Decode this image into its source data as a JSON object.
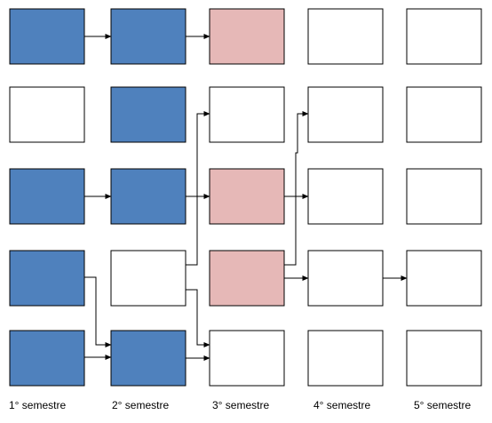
{
  "colors": {
    "completed": "#4f81bd",
    "current": "#e6b8b7",
    "pending": "#ffffff",
    "stroke": "#000000"
  },
  "semesters": [
    {
      "label": "1° semestre"
    },
    {
      "label": "2° semestre"
    },
    {
      "label": "3° semestre"
    },
    {
      "label": "4° semestre"
    },
    {
      "label": "5° semestre"
    }
  ],
  "grid": [
    [
      "completed",
      "pending",
      "completed",
      "completed",
      "completed"
    ],
    [
      "completed",
      "completed",
      "completed",
      "pending",
      "completed"
    ],
    [
      "current",
      "pending",
      "current",
      "current",
      "pending"
    ],
    [
      "pending",
      "pending",
      "pending",
      "pending",
      "pending"
    ],
    [
      "pending",
      "pending",
      "pending",
      "pending",
      "pending"
    ]
  ],
  "connections": [
    {
      "from": [
        0,
        0
      ],
      "to": [
        1,
        0
      ]
    },
    {
      "from": [
        1,
        0
      ],
      "to": [
        2,
        0
      ]
    },
    {
      "from": [
        0,
        2
      ],
      "to": [
        1,
        2
      ]
    },
    {
      "from": [
        1,
        2
      ],
      "to": [
        2,
        2
      ]
    },
    {
      "from": [
        1,
        3
      ],
      "to": [
        2,
        1
      ]
    },
    {
      "from": [
        2,
        2
      ],
      "to": [
        3,
        2
      ]
    },
    {
      "from": [
        2,
        3
      ],
      "to": [
        3,
        1
      ]
    },
    {
      "from": [
        2,
        3
      ],
      "to": [
        3,
        3
      ]
    },
    {
      "from": [
        3,
        3
      ],
      "to": [
        4,
        3
      ]
    },
    {
      "from": [
        0,
        3
      ],
      "to": [
        1,
        4
      ]
    },
    {
      "from": [
        1,
        4
      ],
      "to": [
        2,
        4
      ]
    },
    {
      "from": [
        1,
        3
      ],
      "to": [
        2,
        4
      ]
    }
  ]
}
